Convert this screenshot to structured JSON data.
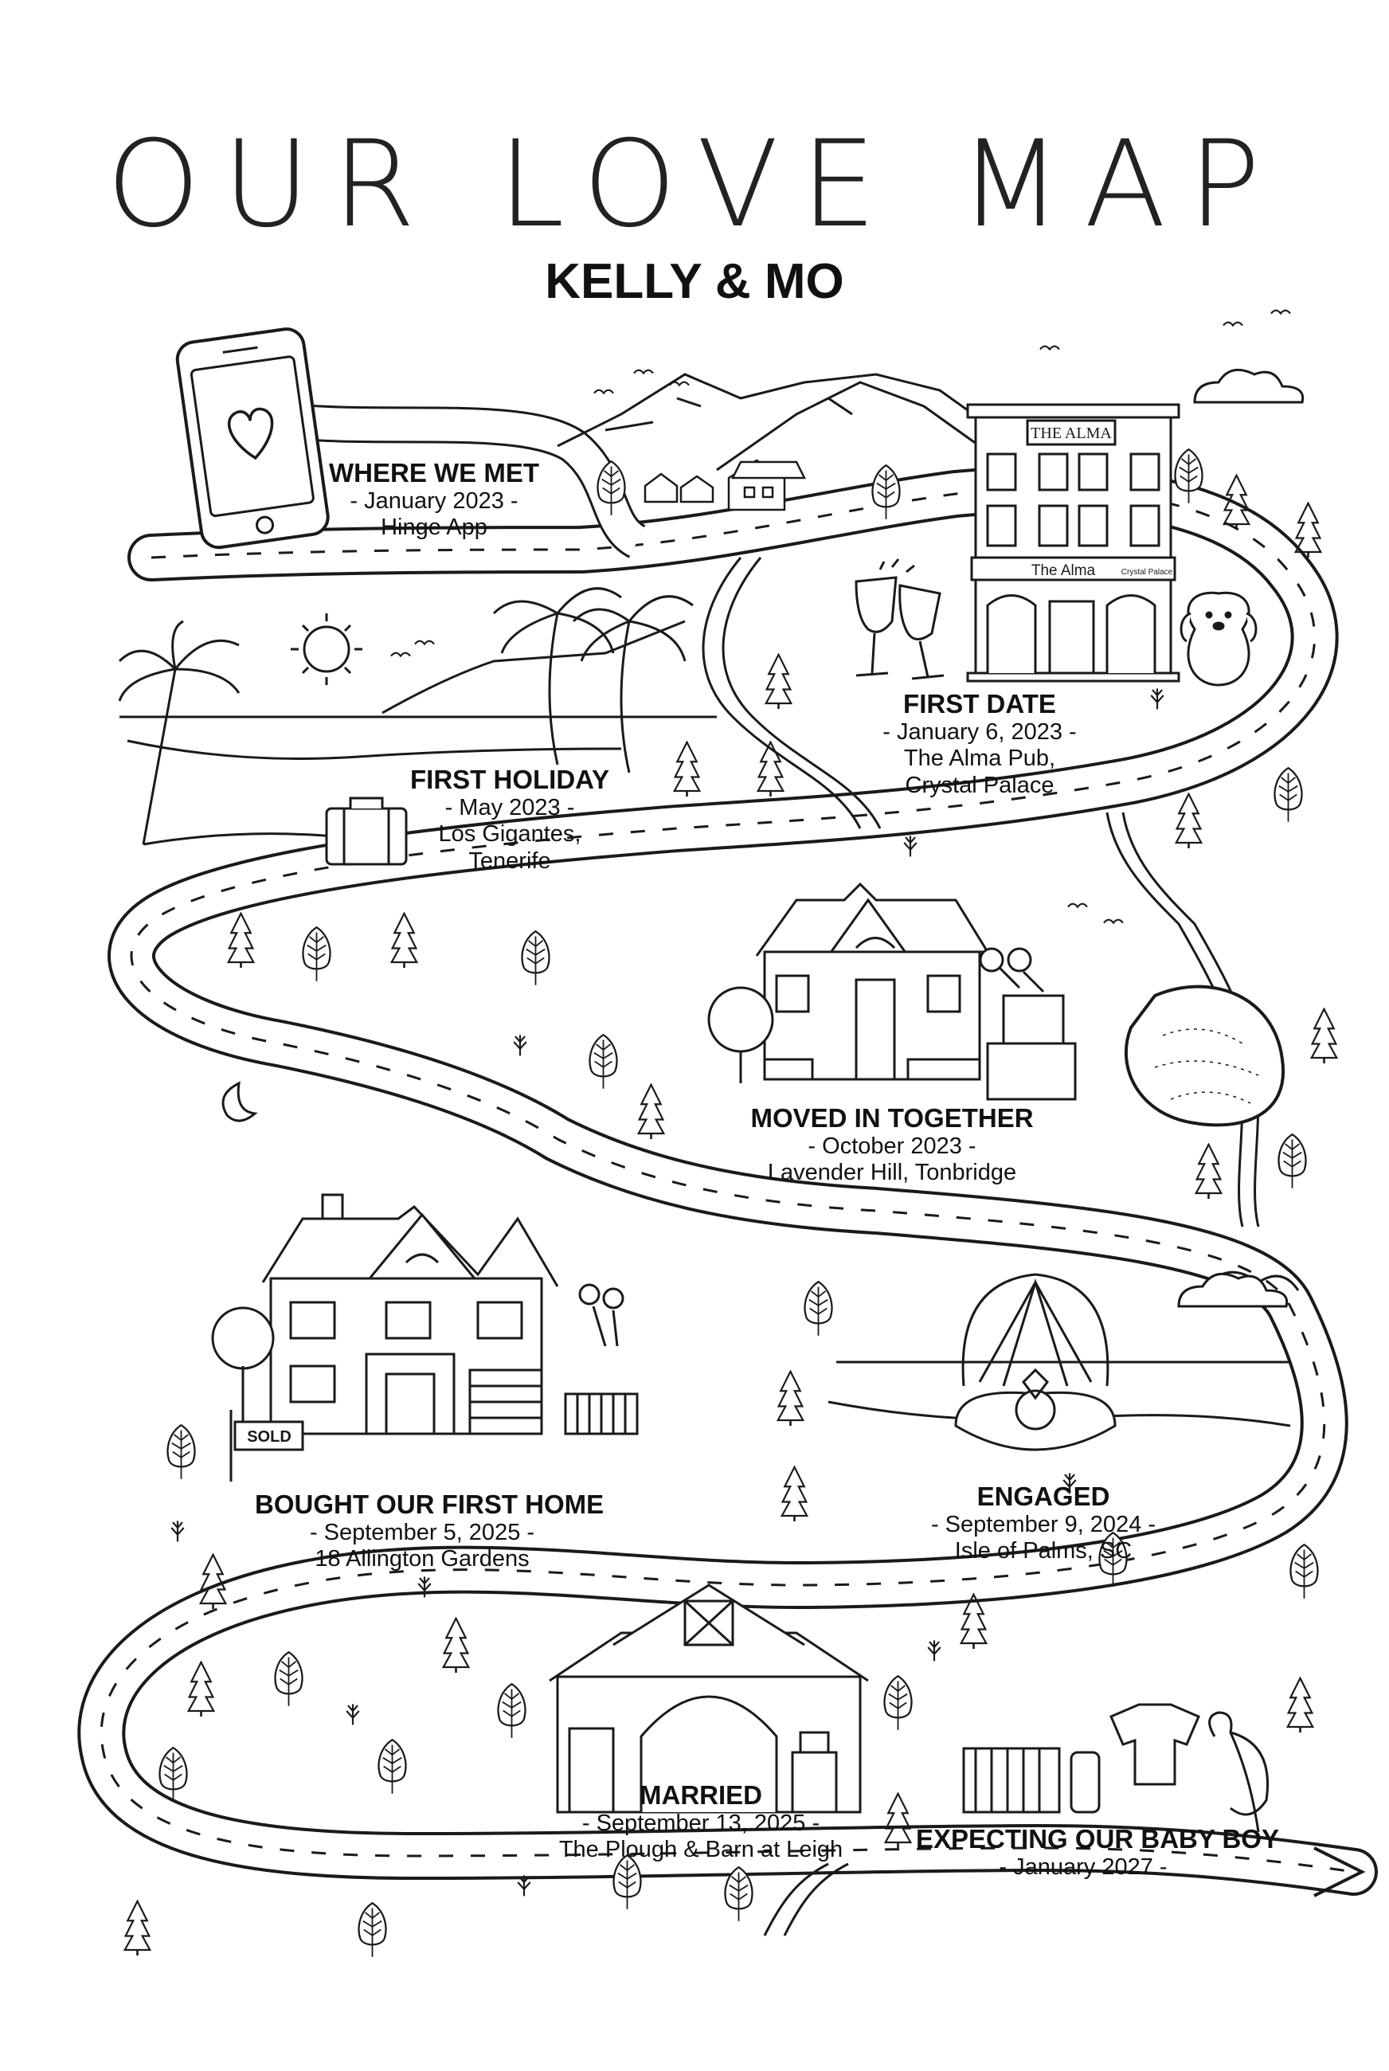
{
  "header": {
    "title": "OUR LOVE MAP",
    "subtitle": "KELLY & MO"
  },
  "signs": {
    "pub_sign_top": "THE ALMA",
    "pub_sign_front": "The Alma",
    "pub_sign_small": "Crystal Palace",
    "sold_sign": "SOLD"
  },
  "milestones": [
    {
      "id": "where-we-met",
      "title": "WHERE WE MET",
      "lines": [
        "- January 2023 -",
        "Hinge App"
      ],
      "icon": "phone-heart-icon"
    },
    {
      "id": "first-date",
      "title": "FIRST DATE",
      "lines": [
        "- January 6, 2023 -",
        "The Alma Pub,",
        "Crystal Palace"
      ],
      "icon": "pub-building-icon"
    },
    {
      "id": "first-holiday",
      "title": "FIRST HOLIDAY",
      "lines": [
        "- May 2023 -",
        "Los Gigantes,",
        "Tenerife"
      ],
      "icon": "palm-beach-icon"
    },
    {
      "id": "moved-in",
      "title": "MOVED IN TOGETHER",
      "lines": [
        "- October 2023 -",
        "Lavender Hill, Tonbridge"
      ],
      "icon": "house-keys-boxes-icon"
    },
    {
      "id": "first-home",
      "title": "BOUGHT OUR FIRST HOME",
      "lines": [
        "- September 5, 2025 -",
        "18 Allington Gardens"
      ],
      "icon": "big-house-sold-icon"
    },
    {
      "id": "engaged",
      "title": "ENGAGED",
      "lines": [
        "- September 9, 2024 -",
        "Isle of Palms, SC"
      ],
      "icon": "shell-ring-icon"
    },
    {
      "id": "married",
      "title": "MARRIED",
      "lines": [
        "- September 13, 2025 -",
        "The Plough & Barn at Leigh"
      ],
      "icon": "barn-arch-icon"
    },
    {
      "id": "baby",
      "title": "EXPECTING OUR BABY BOY",
      "lines": [
        "- January 2027 -"
      ],
      "icon": "stork-crib-icon"
    }
  ],
  "colors": {
    "ink": "#1a1a1a",
    "paper": "#ffffff"
  }
}
